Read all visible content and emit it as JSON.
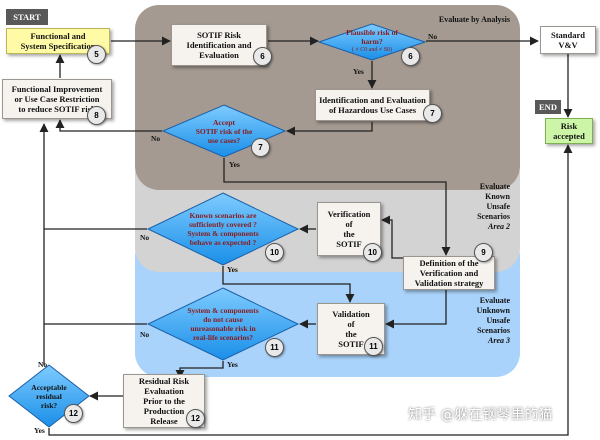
{
  "tags": {
    "start": "START",
    "end": "END"
  },
  "zones": {
    "analysis": "Evaluate by Analysis",
    "known_lines": [
      "Evaluate",
      "Known",
      "Unsafe",
      "Scenarios"
    ],
    "known_area": "Area 2",
    "unknown_lines": [
      "Evaluate",
      "Unknown",
      "Unsafe",
      "Scenarios"
    ],
    "unknown_area": "Area 3"
  },
  "boxes": {
    "functional_spec": [
      "Functional and",
      "System Specification"
    ],
    "sotif_identification": [
      "SOTIF Risk",
      "Identification and",
      "Evaluation"
    ],
    "hazardous_use_cases": [
      "Identification and Evaluation",
      "of Hazardous Use Cases"
    ],
    "functional_improvement": [
      "Functional Improvement",
      "or Use Case Restriction",
      "to reduce SOTIF risk"
    ],
    "standard_vv": [
      "Standard",
      "V&V"
    ],
    "risk_accepted": [
      "Risk",
      "accepted"
    ],
    "verification": [
      "Verification",
      "of",
      "the",
      "SOTIF"
    ],
    "definition_vv": [
      "Definition of the",
      "Verification and",
      "Validation strategy"
    ],
    "validation": [
      "Validation",
      "of",
      "the",
      "SOTIF"
    ],
    "residual_eval": [
      "Residual Risk",
      "Evaluation",
      "Prior to the",
      "Production",
      "Release"
    ]
  },
  "decisions": {
    "plausible": [
      "Plausible risk of",
      "harm?"
    ],
    "plausible_note": "( ≠ C0 and ≠ S0)",
    "accept_sotif": [
      "Accept",
      "SOTIF risk of the",
      "use cases?"
    ],
    "known_covered": [
      "Known scenarios are",
      "sufficiently covered ?",
      "System & components",
      "behave as expected ?"
    ],
    "real_life": [
      "System & components",
      "do not cause",
      "unreasonable risk in",
      "real-life scenarios?"
    ],
    "acceptable_residual": [
      "Acceptable",
      "residual",
      "risk?"
    ]
  },
  "steps": {
    "s_spec": "5",
    "s_ident": "6",
    "s_plausible": "6",
    "s_hazard": "7",
    "s_accept": "7",
    "s_improve": "8",
    "s_known": "10",
    "s_verif": "10",
    "s_def": "9",
    "s_valid": "11",
    "s_real": "11",
    "s_residual": "12",
    "s_accres": "12"
  },
  "flow_labels": {
    "plausible_no": "No",
    "plausible_yes": "Yes",
    "accept_no": "No",
    "accept_yes": "Yes",
    "known_no": "No",
    "known_yes": "Yes",
    "real_no": "No",
    "real_yes": "Yes",
    "residual_no": "No",
    "residual_yes": "Yes"
  },
  "watermark": "知乎 @躲在钢琴里的猫",
  "colors": {
    "zone_analysis": "#a49a91",
    "zone_known": "#d3d3d3",
    "zone_unknown": "#a9d3fa",
    "diamond": "#2a9ff5",
    "start_box": "#fffaa5",
    "end_box": "#ccf5a8"
  }
}
